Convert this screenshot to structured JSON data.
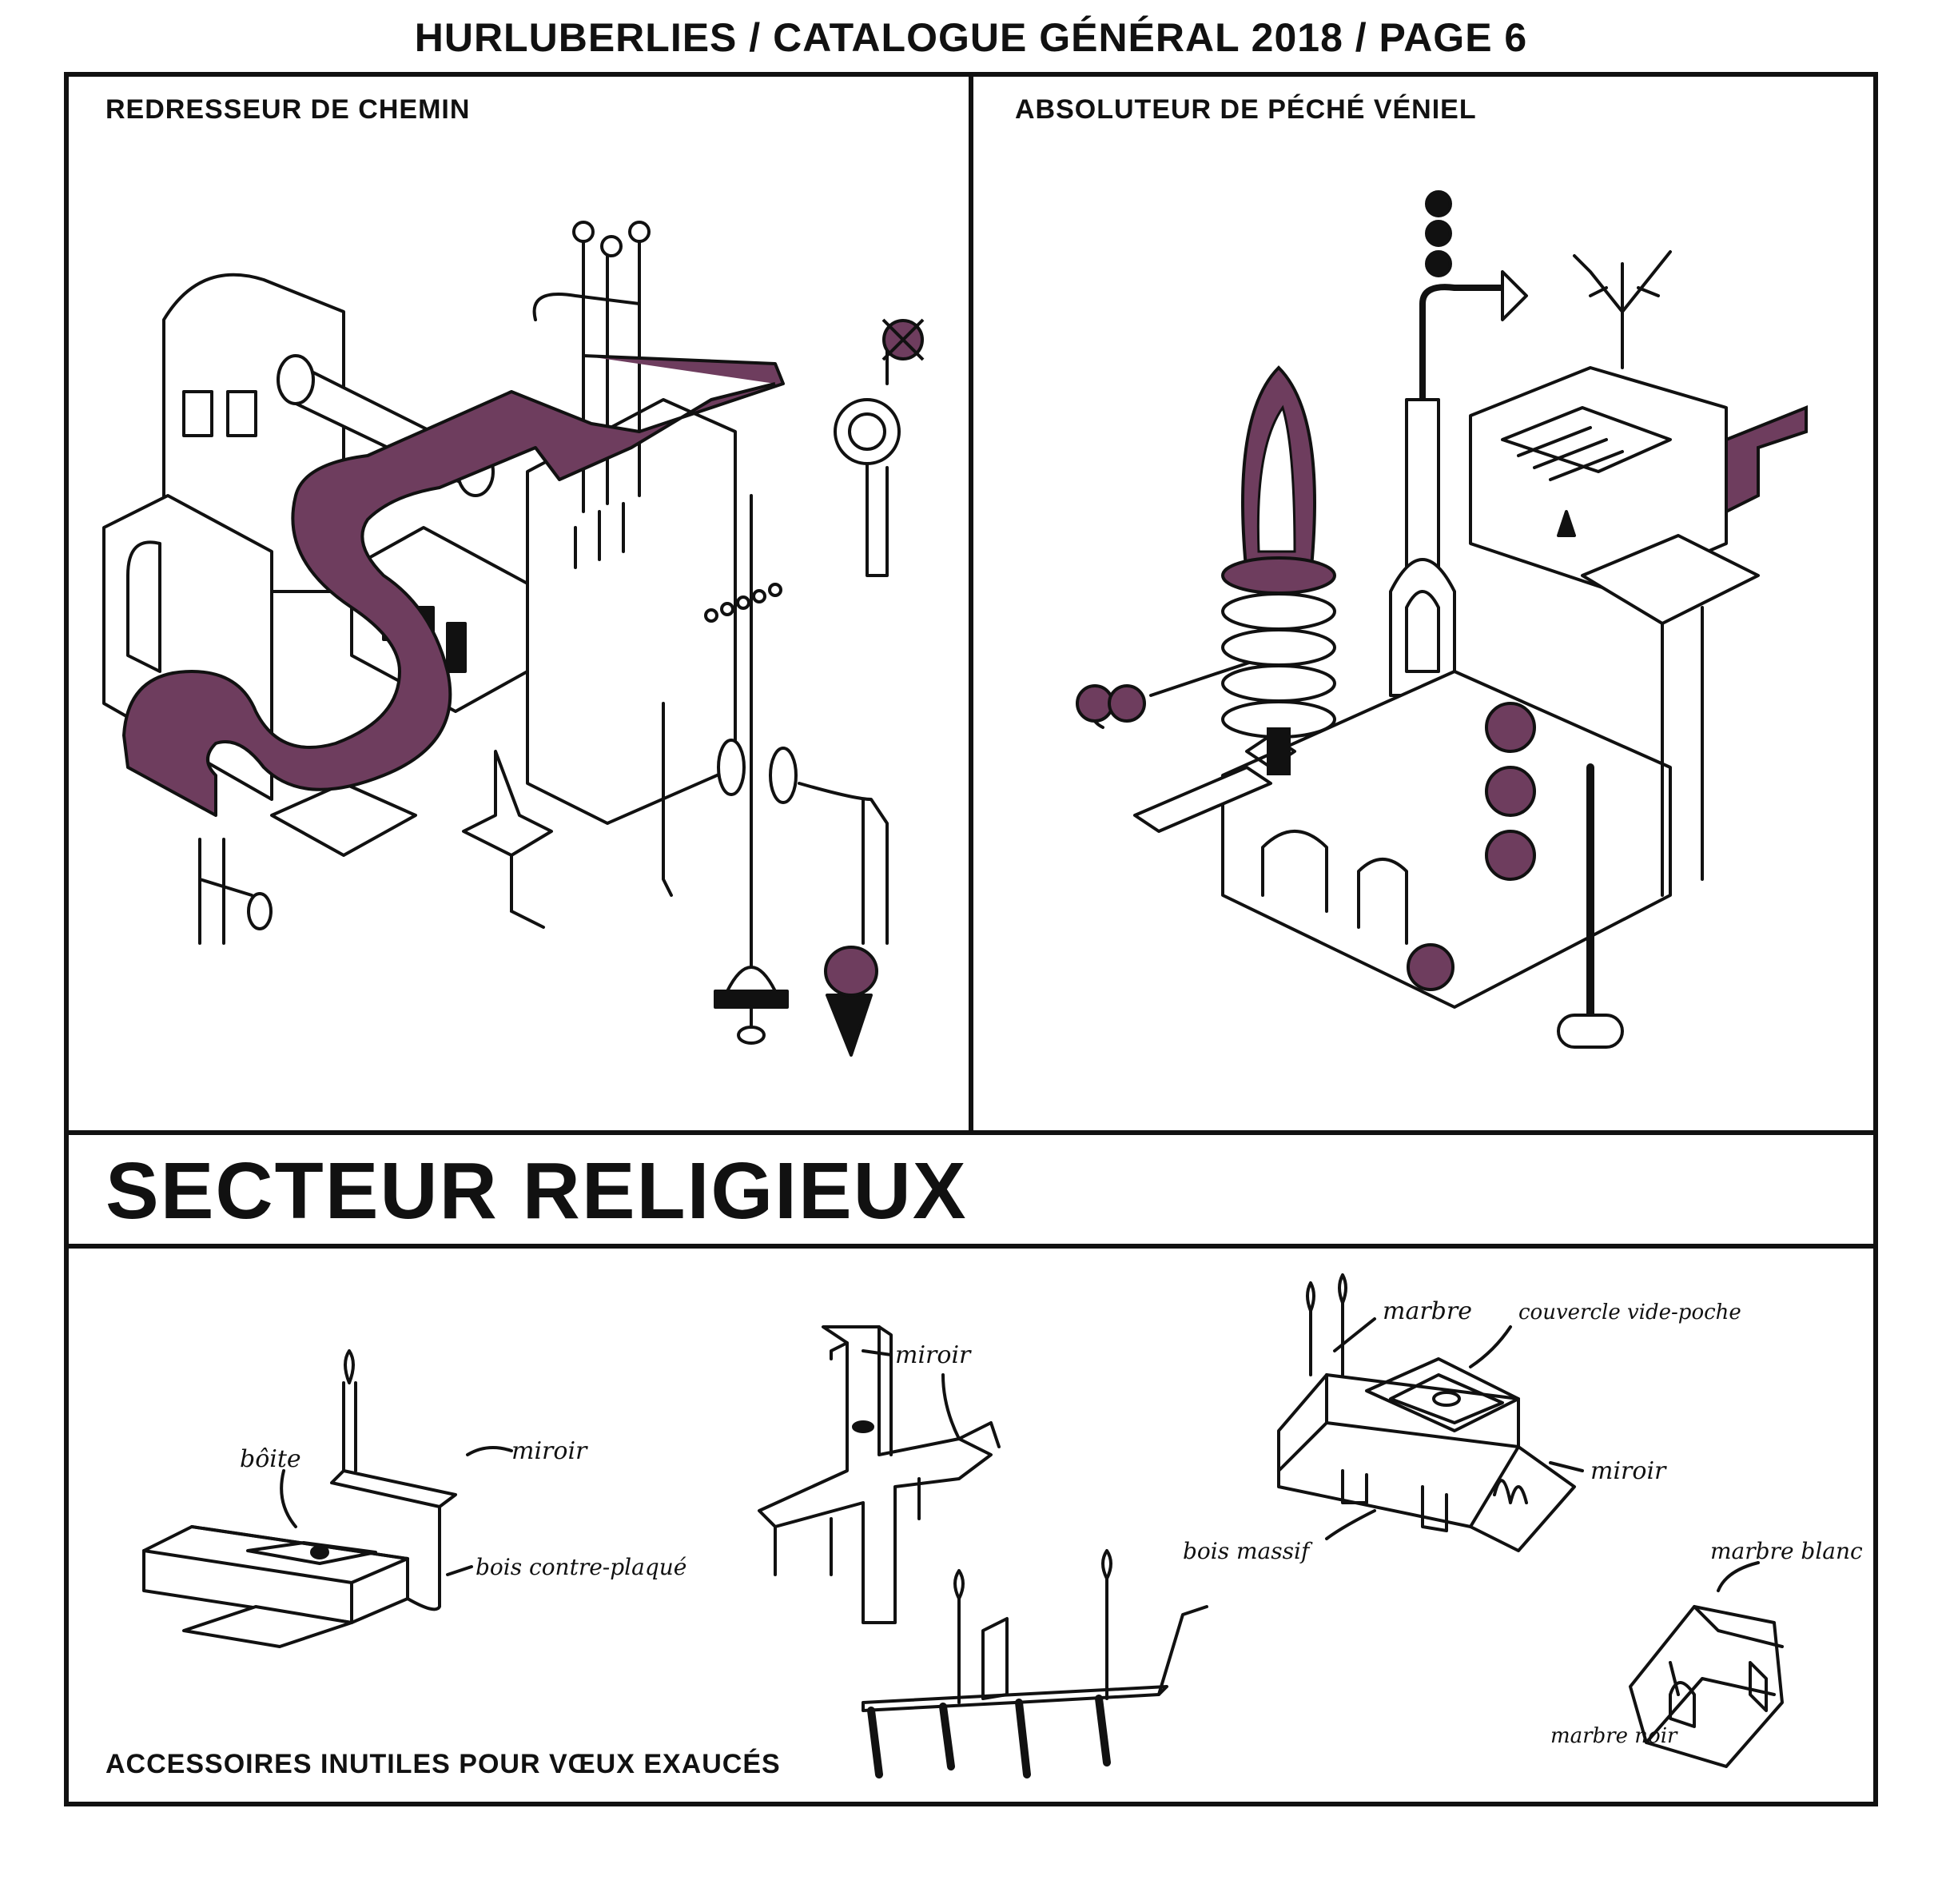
{
  "header": {
    "title": "HURLUBERLIES / CATALOGUE GÉNÉRAL 2018 / PAGE 6"
  },
  "panels": [
    {
      "title": "REDRESSEUR DE CHEMIN"
    },
    {
      "title": "ABSOLUTEUR DE PÉCHÉ VÉNIEL"
    }
  ],
  "section": {
    "title": "SECTEUR RELIGIEUX"
  },
  "accessories": {
    "title": "ACCESSOIRES INUTILES POUR VŒUX EXAUCÉS",
    "annotations": {
      "boite": "bôite",
      "miroir_1": "miroir",
      "bois_plaque": "bois contre-plaqué",
      "miroir_2": "miroir",
      "marbre": "marbre",
      "couvercle": "couvercle vide-poche",
      "miroir_3": "miroir",
      "bois_massif": "bois massif",
      "marbre_blanc": "marbre blanc",
      "marbre_noir": "marbre noir"
    }
  },
  "colors": {
    "accent": "#6e3d5e",
    "ink": "#111111"
  }
}
